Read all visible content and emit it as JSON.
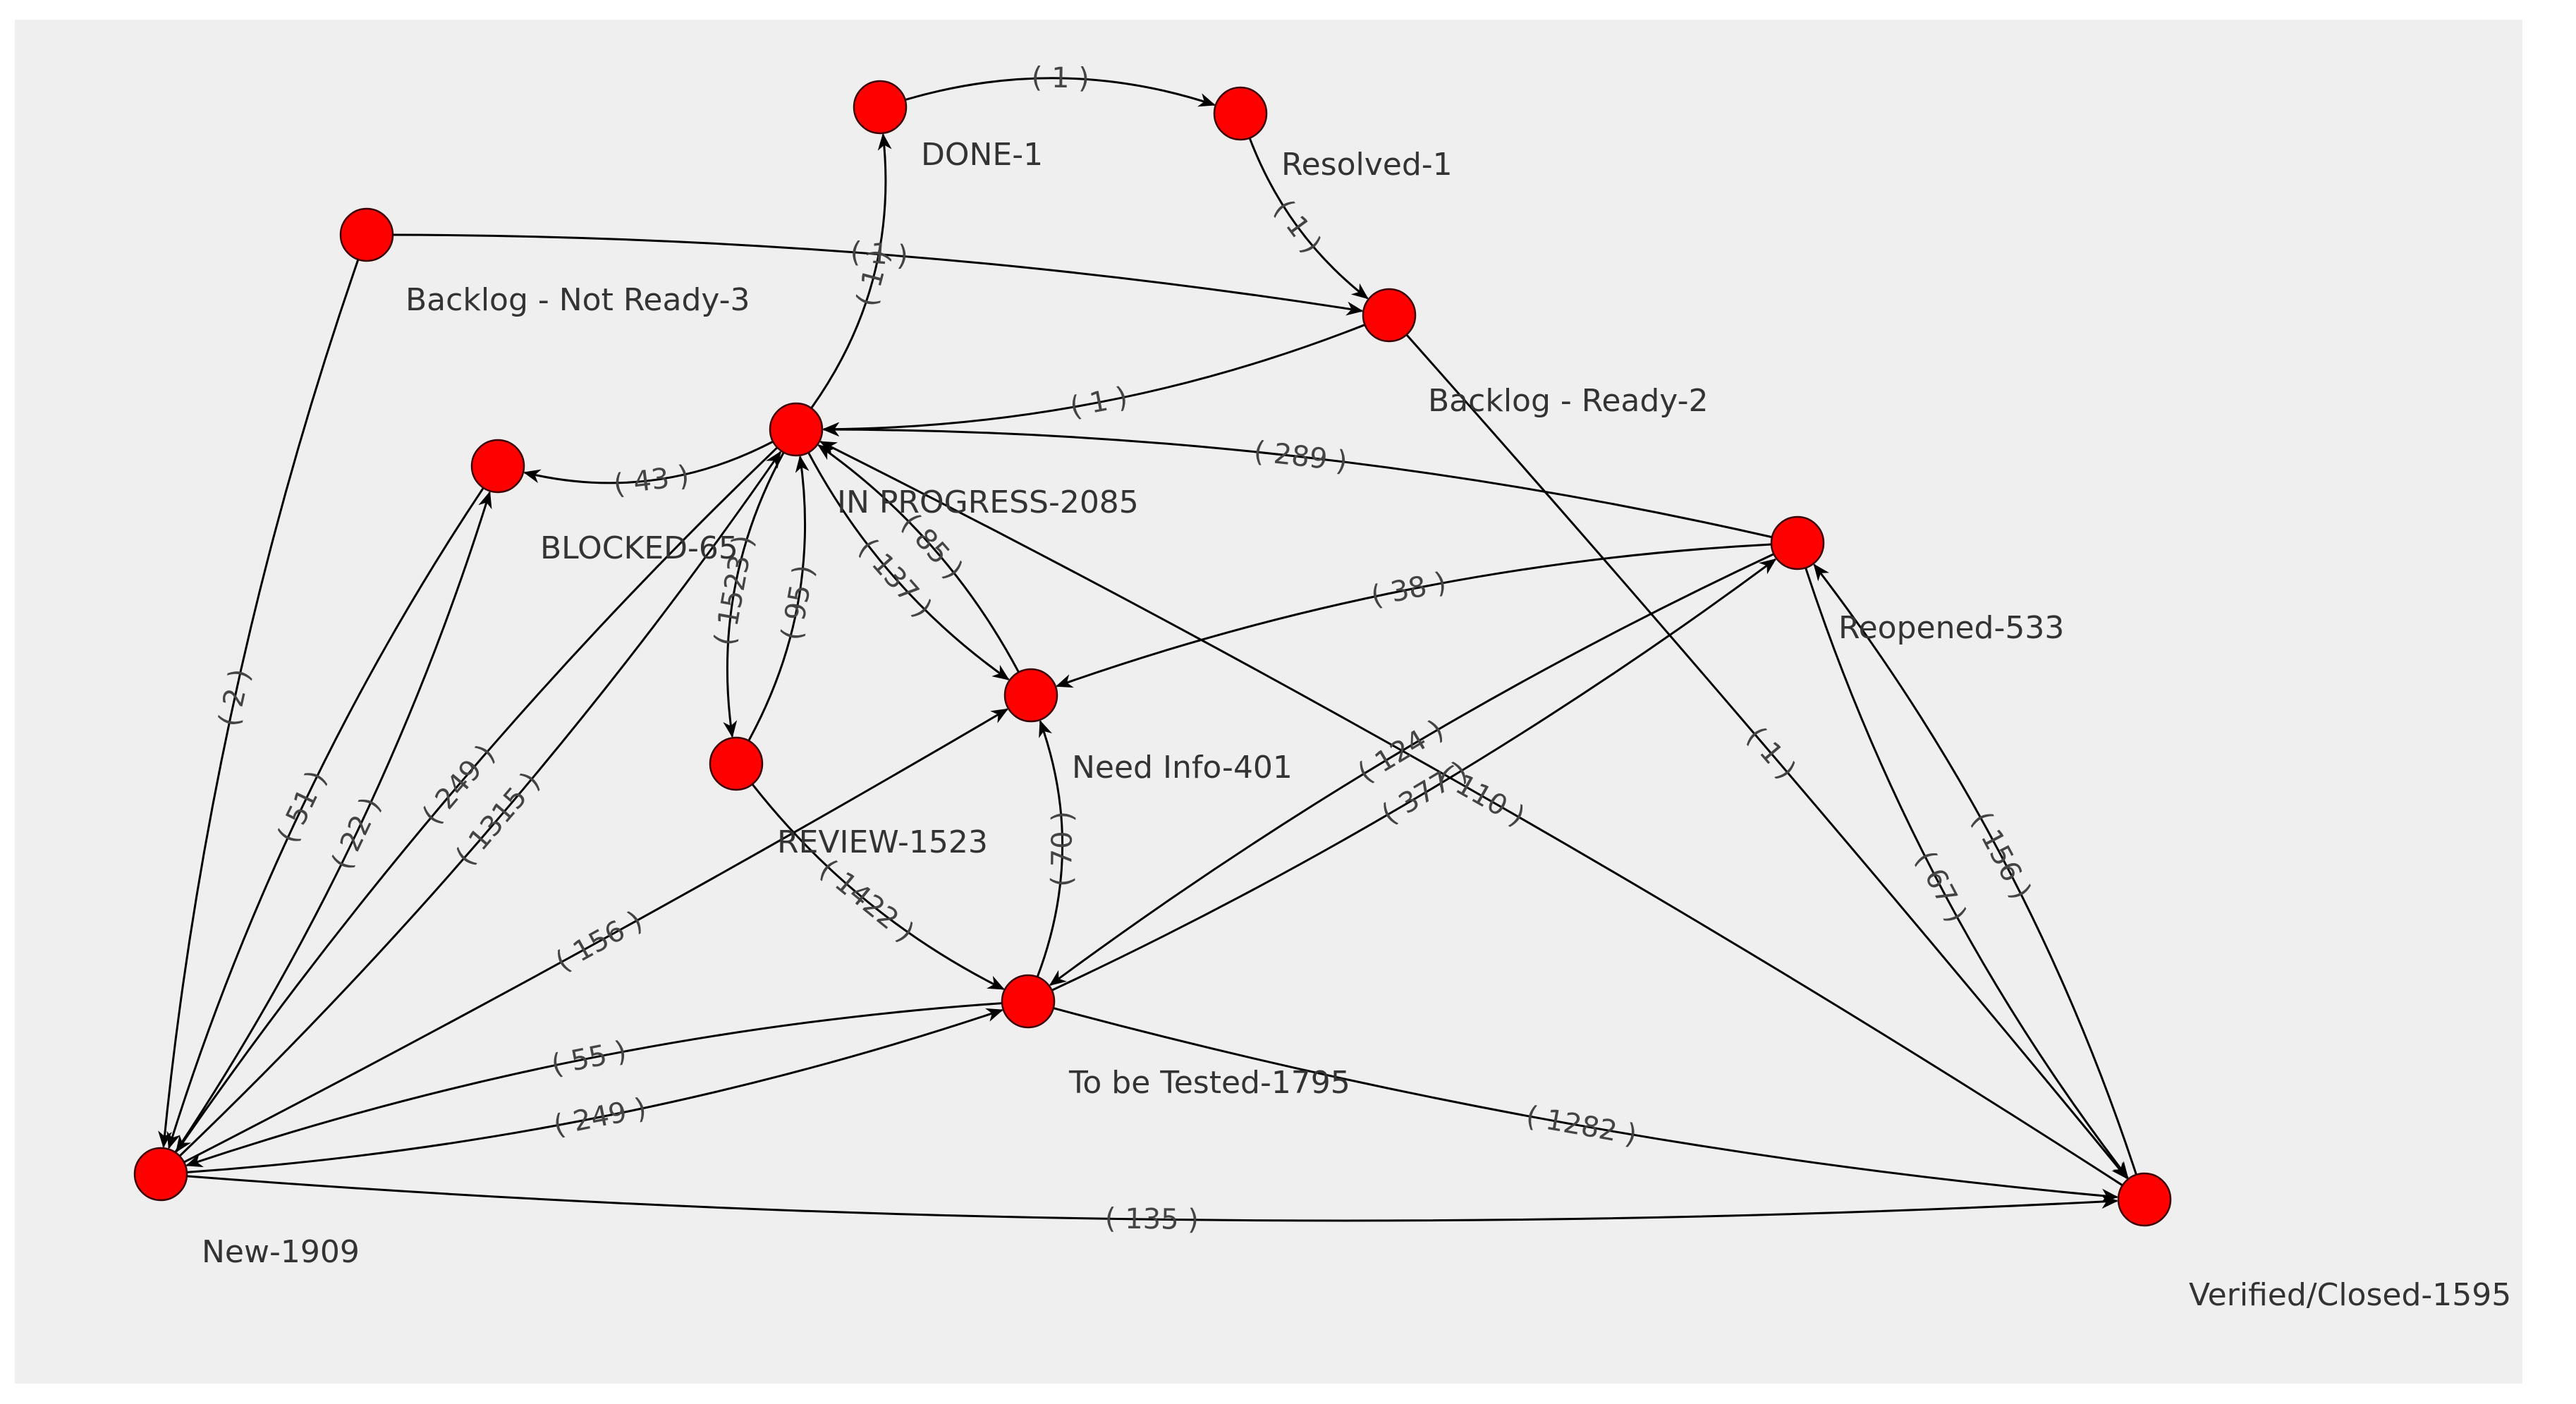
{
  "graph": {
    "nodes": [
      {
        "id": "done",
        "label": "DONE-1"
      },
      {
        "id": "resolved",
        "label": "Resolved-1"
      },
      {
        "id": "backlog_nr",
        "label": "Backlog - Not Ready-3"
      },
      {
        "id": "backlog_r",
        "label": "Backlog - Ready-2"
      },
      {
        "id": "in_progress",
        "label": "IN PROGRESS-2085"
      },
      {
        "id": "blocked",
        "label": "BLOCKED-65"
      },
      {
        "id": "reopened",
        "label": "Reopened-533"
      },
      {
        "id": "need_info",
        "label": "Need Info-401"
      },
      {
        "id": "review",
        "label": "REVIEW-1523"
      },
      {
        "id": "to_be_tested",
        "label": "To be Tested-1795"
      },
      {
        "id": "new",
        "label": "New-1909"
      },
      {
        "id": "verified",
        "label": "Verified/Closed-1595"
      }
    ],
    "edges": [
      {
        "from": "done",
        "to": "resolved",
        "label": "( 1 )"
      },
      {
        "from": "resolved",
        "to": "backlog_r",
        "label": "( 1 )"
      },
      {
        "from": "backlog_nr",
        "to": "backlog_r",
        "label": "( 1 )"
      },
      {
        "from": "backlog_nr",
        "to": "new",
        "label": "( 2 )"
      },
      {
        "from": "backlog_r",
        "to": "in_progress",
        "label": "( 1 )"
      },
      {
        "from": "backlog_r",
        "to": "verified",
        "label": "( 1 )"
      },
      {
        "from": "in_progress",
        "to": "done",
        "label": "( 1 )"
      },
      {
        "from": "in_progress",
        "to": "blocked",
        "label": "( 43 )"
      },
      {
        "from": "reopened",
        "to": "in_progress",
        "label": "( 289 )"
      },
      {
        "from": "in_progress",
        "to": "need_info",
        "label": "( 137 )"
      },
      {
        "from": "need_info",
        "to": "in_progress",
        "label": "( 85 )"
      },
      {
        "from": "in_progress",
        "to": "review",
        "label": "( 1523 )"
      },
      {
        "from": "review",
        "to": "in_progress",
        "label": "( 95 )"
      },
      {
        "from": "in_progress",
        "to": "new",
        "label": "( 249 )"
      },
      {
        "from": "new",
        "to": "in_progress",
        "label": "( 1315 )"
      },
      {
        "from": "verified",
        "to": "in_progress",
        "label": "( 110 )"
      },
      {
        "from": "blocked",
        "to": "new",
        "label": "( 51 )"
      },
      {
        "from": "new",
        "to": "blocked",
        "label": "( 22 )"
      },
      {
        "from": "reopened",
        "to": "need_info",
        "label": "( 38 )"
      },
      {
        "from": "review",
        "to": "to_be_tested",
        "label": "( 1422 )"
      },
      {
        "from": "to_be_tested",
        "to": "need_info",
        "label": "( 70 )"
      },
      {
        "from": "new",
        "to": "need_info",
        "label": "( 156 )"
      },
      {
        "from": "to_be_tested",
        "to": "reopened",
        "label": "( 377 )"
      },
      {
        "from": "reopened",
        "to": "to_be_tested",
        "label": "( 124 )"
      },
      {
        "from": "to_be_tested",
        "to": "new",
        "label": "( 55 )"
      },
      {
        "from": "new",
        "to": "to_be_tested",
        "label": "( 249 )"
      },
      {
        "from": "to_be_tested",
        "to": "verified",
        "label": "( 1282 )"
      },
      {
        "from": "new",
        "to": "verified",
        "label": "( 135 )"
      },
      {
        "from": "reopened",
        "to": "verified",
        "label": "( 67 )"
      },
      {
        "from": "verified",
        "to": "reopened",
        "label": "( 156 )"
      }
    ]
  }
}
